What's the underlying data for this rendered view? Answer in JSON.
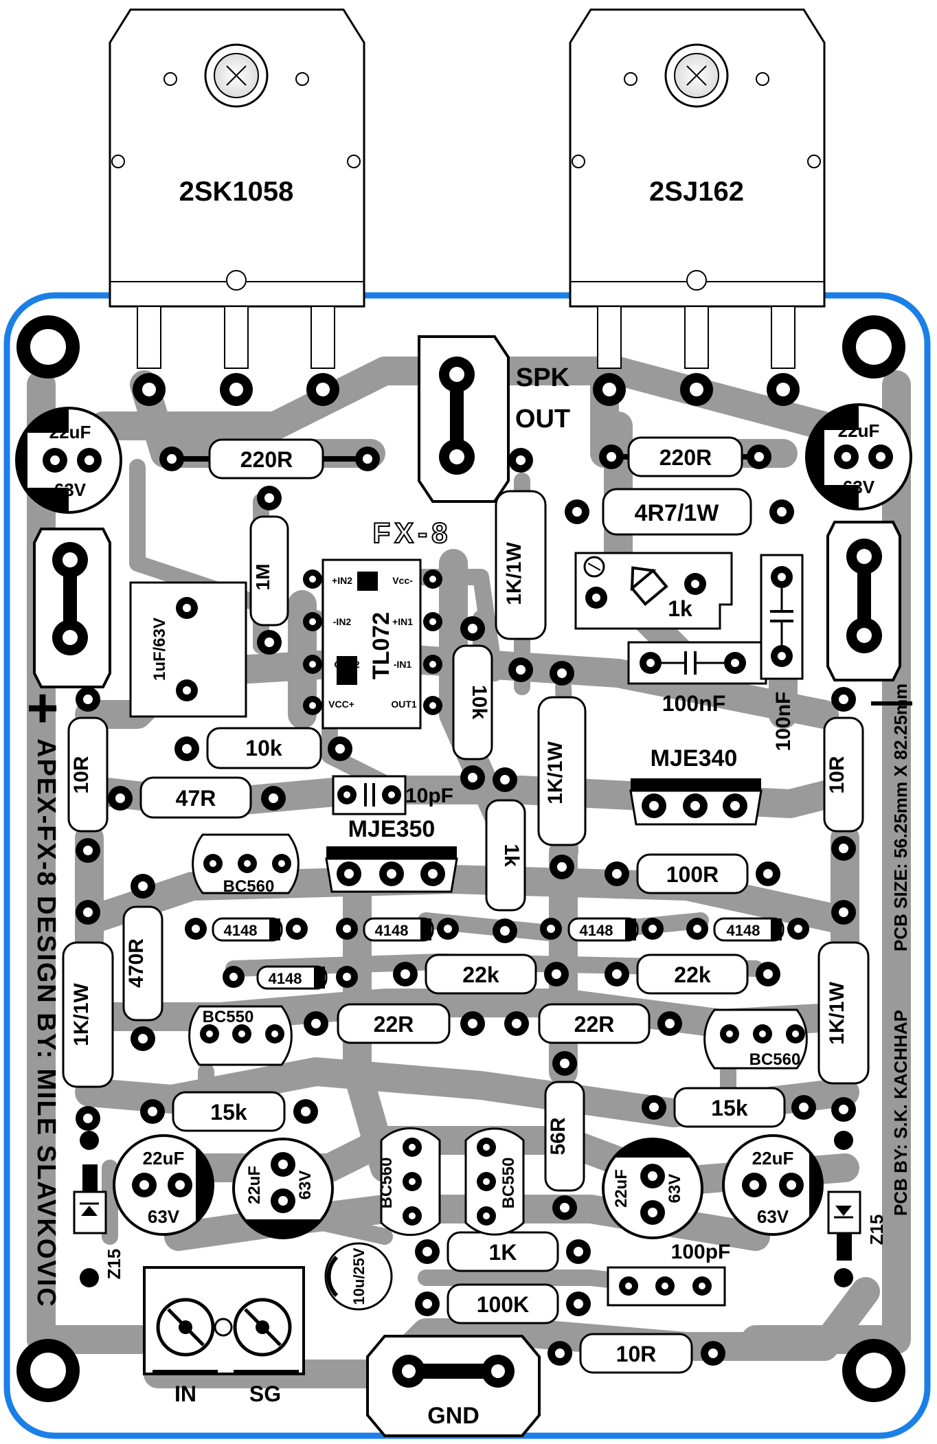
{
  "board": {
    "design_credit": "APEX-FX-8 DESIGN BY: MILE SLAVKOVIC",
    "pcb_credit": "PCB BY: S.K. KACHHAP",
    "pcb_size": "PCB SIZE: 56.25mm X 82.25mm",
    "model_mark": "FX-8",
    "plus_mark": "+",
    "minus_mark": "—",
    "colors": {
      "outline": "#1a7fe6",
      "trace": "#9a9a9a",
      "copper": "#000000",
      "silk": "#ffffff"
    }
  },
  "transistors": {
    "left": "2SK1058",
    "right": "2SJ162"
  },
  "connectors": {
    "spk_out_line1": "SPK",
    "spk_out_line2": "OUT",
    "in_label": "IN",
    "sg_label": "SG",
    "gnd_label": "GND"
  },
  "ic": {
    "name": "TL072",
    "pins": {
      "p1": "+IN2",
      "p2": "-IN2",
      "p3": "OUT2",
      "p4": "VCC+",
      "p5": "Vcc-",
      "p6": "+IN1",
      "p7": "-IN1",
      "p8": "OUT1"
    }
  },
  "resistors": {
    "r_220_left": "220R",
    "r_220_right": "220R",
    "r_4r7": "4R7/1W",
    "r_1m": "1M",
    "r_1k_1w_top": "1K/1W",
    "r_10k_h": "10k",
    "r_10k_v": "10k",
    "r_1k_1w_mid": "1K/1W",
    "r_10r_left": "10R",
    "r_47r": "47R",
    "r_1k_v": "1k",
    "r_10r_right": "10R",
    "r_100r": "100R",
    "r_470r": "470R",
    "r_1k_1w_left": "1K/1W",
    "r_22k_left": "22k",
    "r_22k_right": "22k",
    "r_22r_left": "22R",
    "r_22r_right": "22R",
    "r_1k_1w_right": "1K/1W",
    "r_15k_left": "15k",
    "r_15k_right": "15k",
    "r_56r": "56R",
    "r_1k_bottom": "1K",
    "r_100k": "100K",
    "r_10r_bottom": "10R"
  },
  "capacitors": {
    "c_top_left": {
      "value": "22uF",
      "voltage": "63V"
    },
    "c_top_right": {
      "value": "22uF",
      "voltage": "63V"
    },
    "c_film": "1uF/63V",
    "c_100nf_h": "100nF",
    "c_100nf_v": "100nF",
    "c_10pf": "10pF",
    "c_bot_l1": {
      "value": "22uF",
      "voltage": "63V"
    },
    "c_bot_l2": {
      "value": "22uF",
      "voltage": "63V"
    },
    "c_bot_r1": {
      "value": "22uF",
      "voltage": "63V"
    },
    "c_bot_r2": {
      "value": "22uF",
      "voltage": "63V"
    },
    "c_10u": "10u/25V",
    "c_100pf": "100pF"
  },
  "semis": {
    "trimmer": "1k",
    "mje340": "MJE340",
    "mje350": "MJE350",
    "bc560_top": "BC560",
    "bc550_left": "BC550",
    "bc560_right": "BC560",
    "bc560_bottom": "BC560",
    "bc550_bottom": "BC550",
    "diode_1": "4148",
    "diode_2": "4148",
    "diode_3": "4148",
    "diode_4": "4148",
    "diode_5": "4148",
    "zener_left": "Z15",
    "zener_right": "Z15"
  }
}
